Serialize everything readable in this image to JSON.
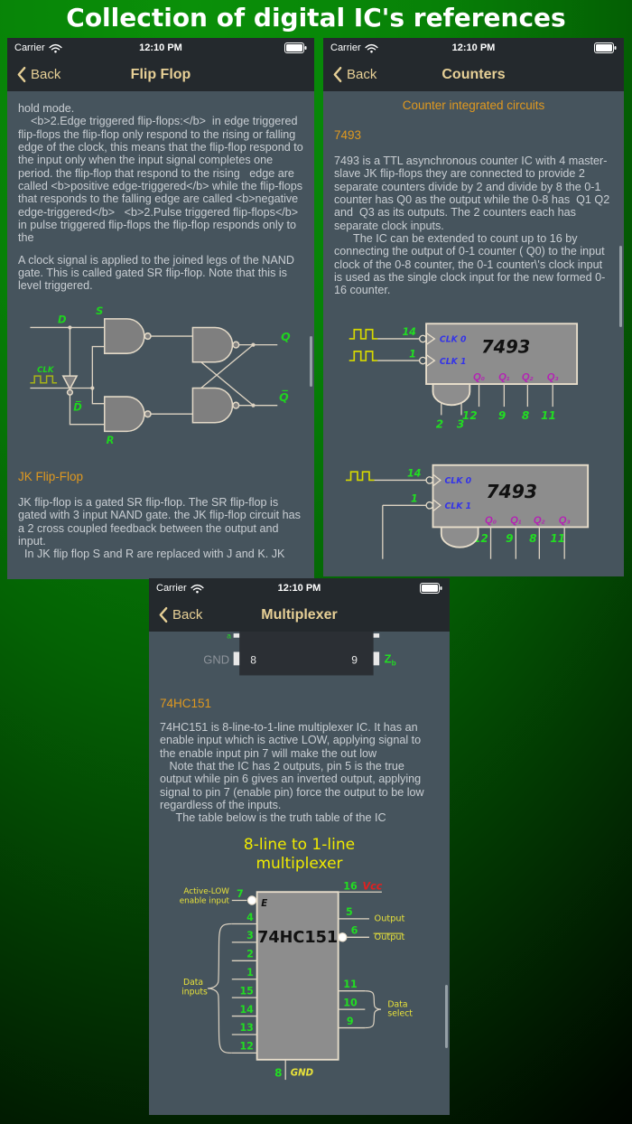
{
  "page_title": "Collection of digital IC's references",
  "status_bar": {
    "carrier": "Carrier",
    "time": "12:10 PM"
  },
  "nav_back_label": "Back",
  "colors": {
    "accent_orange": "#e0991f",
    "nav_tint": "#e7d096",
    "screen_bg": "#46545d",
    "bar_bg": "#24292d",
    "label_green": "#1fd41f",
    "label_blue": "#3434e8",
    "label_magenta": "#b520b5",
    "label_yellow": "#e8e23a",
    "vcc_red": "#e02020"
  },
  "flip_flop": {
    "title": "Flip Flop",
    "para_edge": "hold mode.\n    <b>2.Edge triggered flip-flops:</b>  in edge triggered flip-flops the flip-flop only respond to the rising or falling edge of the clock, this means that the flip-flop respond to the input only when the input signal completes one period. the flip-flop that respond to the rising   edge are called <b>positive edge-triggered</b> while the flip-flops that responds to the falling edge are called <b>negative edge-triggered</b>   <b>2.Pulse triggered flip-flops</b> in pulse triggered flip-flops the flip-flop responds only to the",
    "para_clock": "A clock signal is applied to the joined legs of the NAND gate. This is called gated SR flip-flop. Note that this is level triggered.",
    "diagram": {
      "d": "D",
      "s": "S",
      "clk": "CLK",
      "d_bar": "D̅",
      "r": "R",
      "q": "Q",
      "q_bar": "Q̅"
    },
    "jk_heading": "JK Flip-Flop",
    "para_jk": "JK flip-flop is a gated SR flip-flop. The SR flip-flop is gated with 3 input NAND gate. the JK flip-flop circuit has a 2 cross coupled feedback between the output and input.\n  In JK flip flop S and R are replaced with J and K. JK"
  },
  "counters": {
    "title": "Counters",
    "heading": "Counter integrated circuits",
    "subheading": "7493",
    "para": "7493 is a TTL asynchronous counter IC with 4 master-slave JK flip-flops they are connected to provide 2 separate counters divide by 2 and divide by 8 the 0-1 counter has Q0 as the output while the 0-8 has  Q1 Q2 and  Q3 as its outputs. The 2 counters each has separate clock inputs.\n      The IC can be extended to count up to 16 by connecting the output of 0-1 counter ( Q0) to the input clock of the 0-8 counter, the 0-1 counter\\'s clock input is used as the single clock input for the new formed 0-16 counter.",
    "ic_label": "7493",
    "clk0": "CLK 0",
    "clk1": "CLK 1",
    "pin14": "14",
    "pin1": "1",
    "q_labels": [
      "Q₀",
      "Q₁",
      "Q₂",
      "Q₃"
    ],
    "out_pins": [
      "12",
      "9",
      "8",
      "11"
    ],
    "and_pins": [
      "2",
      "3"
    ]
  },
  "multiplexer": {
    "title": "Multiplexer",
    "partial": {
      "gnd": "GND",
      "pin8": "8",
      "pin9": "9",
      "z": "Z",
      "z_sub": "b",
      "a_sub": "a"
    },
    "heading": "74HC151",
    "para": "74HC151 is 8-line-to-1-line multiplexer IC. It has an enable input which is active LOW, applying signal to the enable input pin 7 will make the out low\n   Note that the IC has 2 outputs, pin 5 is the true output while pin 6 gives an inverted output, applying signal to pin 7 (enable pin) force the output to be low regardless of the inputs.\n     The table below is the truth table of the IC",
    "diagram_title_1": "8-line to 1-line",
    "diagram_title_2": "multiplexer",
    "ic_label": "74HC151",
    "enable_label_1": "Active-LOW",
    "enable_label_2": "enable input",
    "e_label": "E",
    "pin7": "7",
    "data_pins": [
      "4",
      "3",
      "2",
      "1",
      "15",
      "14",
      "13",
      "12"
    ],
    "data_inputs_1": "Data",
    "data_inputs_2": "inputs",
    "pin16": "16",
    "vcc": "Vcc",
    "pin5": "5",
    "output_label": "Output",
    "pin6": "6",
    "output_bar_label": "Output",
    "select_pins": [
      "11",
      "10",
      "9"
    ],
    "data_select_1": "Data",
    "data_select_2": "select",
    "pin8": "8",
    "gnd": "GND"
  }
}
